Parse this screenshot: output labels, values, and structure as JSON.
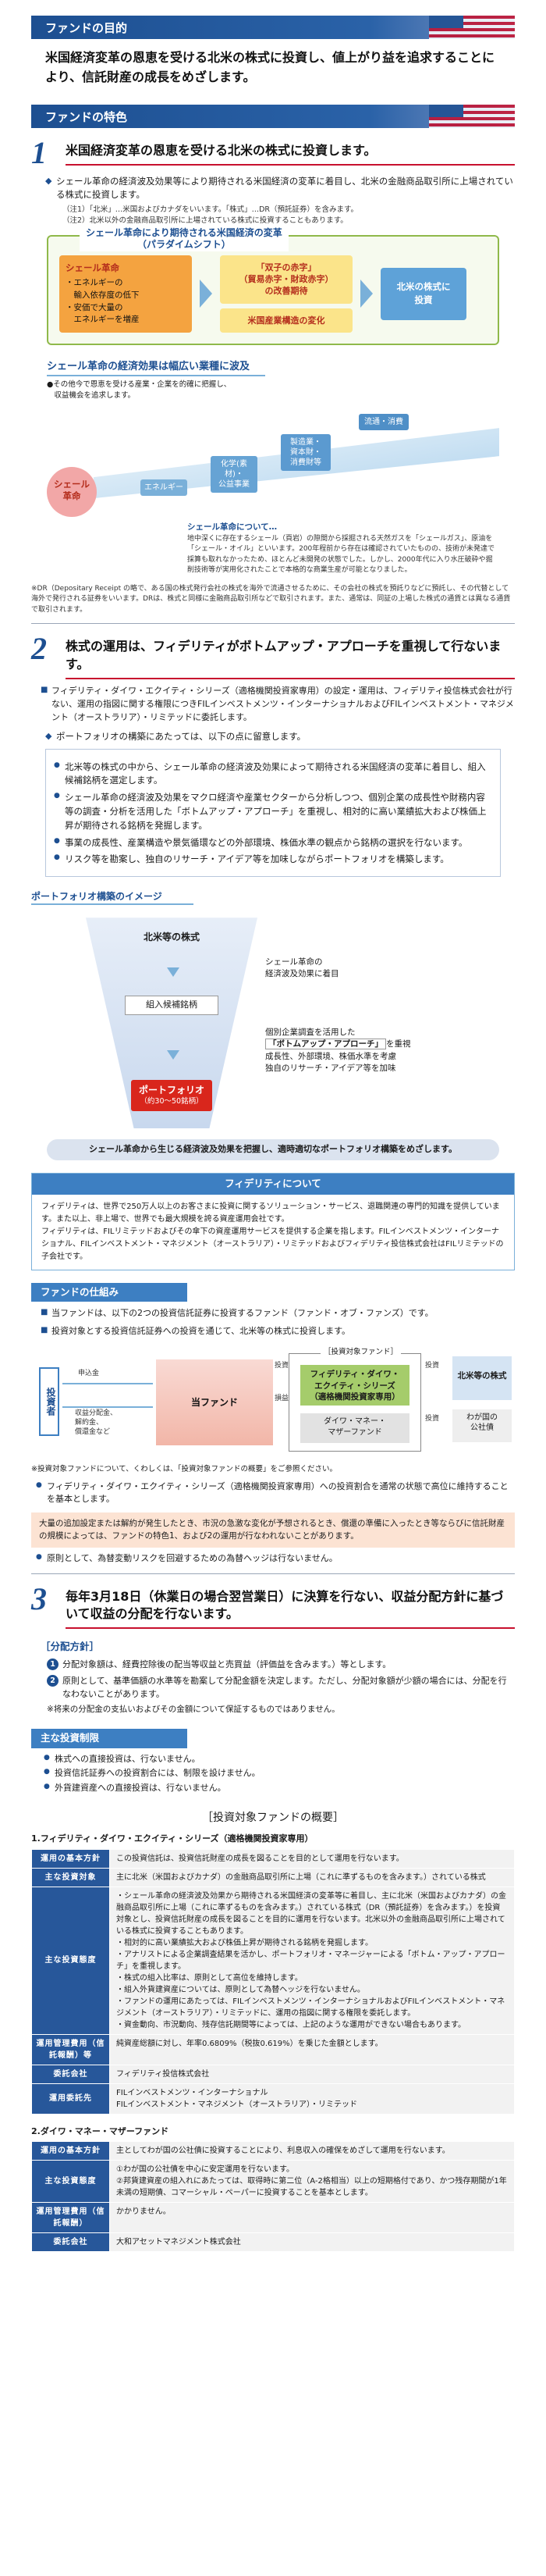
{
  "purpose": {
    "header": "ファンドの目的",
    "text": "米国経済変革の恩恵を受ける北米の株式に投資し、値上がり益を追求することにより、信託財産の成長をめざします。"
  },
  "features": {
    "header": "ファンドの特色",
    "f1": {
      "num": "1",
      "title": "米国経済変革の恩恵を受ける北米の株式に投資します。",
      "desc": "シェール革命の経済波及効果等により期待される米国経済の変革に着目し、北米の金融商品取引所に上場されている株式に投資します。",
      "note1": "（注1）「北米」…米国およびカナダをいいます。「株式」…DR（預託証券）を含みます。",
      "note2": "（注2）北米以外の金融商品取引所に上場されている株式に投資することもあります。",
      "diagram_label": "シェール革命により期待される米国経済の変革\n（パラダイムシフト）",
      "shale_title": "シェール革命",
      "shale_points": "・エネルギーの\n　輸入依存度の低下\n・安価で大量の\n　エネルギーを増産",
      "change1": "「双子の赤字」\n（貿易赤字・財政赤字）\nの改善期待",
      "change2": "米国産業構造の変化",
      "target": "北米の株式に\n投資",
      "wave_title": "シェール革命の経済効果は幅広い業種に波及",
      "wave_note": "●その他今で恩恵を受ける産業・企業を的確に把握し、\n　収益機会を追求します。",
      "shale_circle": "シェール\n革命",
      "steps": [
        "エネルギー",
        "化学(素材)・\n公益事業",
        "製造業・\n資本財・\n消費財等",
        "流通・消費"
      ],
      "shale_about_title": "シェール革命について…",
      "shale_about": "地中深くに存在するシェール（頁岩）の隙間から採掘される天然ガスを「シェールガス」、原油を「シェール・オイル」といいます。200年程前から存在は確認されていたものの、技術が未発達で採算も取れなかったため、ほとんど未開発の状態でした。しかし、2000年代に入り水圧破砕や掘削技術等が実用化されたことで本格的な商業生産が可能となりました。"
    },
    "dr_note": "※DR（Depositary Receipt の略で、ある国の株式発行会社の株式を海外で流通させるために、その会社の株式を預託りなどに預託し、その代替として海外で発行される証券をいいます。DRは、株式と同様に金融商品取引所などで取引されます。また、通常は、同証の上場した株式の通貨とは異なる通貨で取引されます。",
    "f2": {
      "num": "2",
      "title": "株式の運用は、フィデリティがボトムアップ・アプローチを重視して行ないます。",
      "desc1": "フィデリティ・ダイワ・エクイティ・シリーズ（適格機関投資家専用）の設定・運用は、フィデリティ投信株式会社が行ない、運用の指図に関する権限につきFILインベストメンツ・インターナショナルおよびFILインベストメント・マネジメント（オーストラリア）・リミテッドに委託します。",
      "desc2": "ポートフォリオの構築にあたっては、以下の点に留意します。",
      "bullets": [
        "北米等の株式の中から、シェール革命の経済波及効果によって期待される米国経済の変革に着目し、組入候補銘柄を選定します。",
        "シェール革命の経済波及効果をマクロ経済や産業セクターから分析しつつ、個別企業の成長性や財務内容等の調査・分析を活用した「ボトムアップ・アプローチ」を重視し、相対的に高い業績拡大および株価上昇が期待される銘柄を発掘します。",
        "事業の成長性、産業構造や景気循環などの外部環境、株価水準の観点から銘柄の選択を行ないます。",
        "リスク等を勘案し、独自のリサーチ・アイデア等を加味しながらポートフォリオを構築します。"
      ]
    },
    "portfolio": {
      "head": "ポートフォリオ構築のイメージ",
      "top": "北米等の株式",
      "mid": "組入候補銘柄",
      "bot": "ポートフォリオ",
      "bot_sub": "（約30〜50銘柄）",
      "side1": "シェール革命の\n経済波及効果に着目",
      "side2_pre": "個別企業調査を活用した",
      "side2_hl": "「ボトムアップ・アプローチ」",
      "side2_post": "を重視\n成長性、外部環境、株価水準を考慮\n独自のリサーチ・アイデア等を加味",
      "banner": "シェール革命から生じる経済波及効果を把握し、適時適切なポートフォリオ構築をめざします。"
    },
    "fidelity": {
      "title": "フィデリティについて",
      "body": "フィデリティは、世界で250万人以上のお客さまに投資に関するソリューション・サービス、退職関連の専門的知識を提供しています。また以上、非上場で、世界でも最大規模を誇る資産運用会社です。\nフィデリティは、FILリミテッドおよびその傘下の資産運用サービスを提供する企業を指します。FILインベストメンツ・インターナショナル、FILインベストメント・マネジメント（オーストラリア）・リミテッドおよびフィデリティ投信株式会社はFILリミテッドの子会社です。"
    }
  },
  "mechanism": {
    "header": "ファンドの仕組み",
    "p1": "当ファンドは、以下の2つの投資信託証券に投資するファンド（ファンド・オブ・ファンズ）です。",
    "p2": "投資対象とする投資信託証券への投資を通じて、北米等の株式に投資します。",
    "investor": "投資者",
    "app": "申込金",
    "ret": "収益分配金、\n解約金、\n償還金など",
    "this_fund": "当ファンド",
    "inv": "投資",
    "dist": "損益",
    "frame_label": "［投資対象ファンド］",
    "mf_green": "フィデリティ・ダイワ・\nエクイティ・シリーズ\n（適格機関投資家専用）",
    "mf_grey": "ダイワ・マネー・\nマザーファンド",
    "na": "北米等の株式",
    "jp": "わが国の\n公社債",
    "note": "※投資対象ファンドについて、くわしくは、「投資対象ファンドの概要」をご参照ください。",
    "p3": "フィデリティ・ダイワ・エクイティ・シリーズ（適格機関投資家専用）への投資割合を通常の状態で高位に維持することを基本とします。",
    "warn": "大量の追加設定または解約が発生したとき、市況の急激な変化が予想されるとき、償還の準備に入ったとき等ならびに信託財産の規模によっては、ファンドの特色1、および2の運用が行なわれないことがあります。",
    "p4": "原則として、為替変動リスクを回避するための為替ヘッジは行ないません。"
  },
  "f3": {
    "num": "3",
    "title": "毎年3月18日（休業日の場合翌営業日）に決算を行ない、収益分配方針に基づいて収益の分配を行ないます。",
    "policy_head": "［分配方針］",
    "p1": "分配対象額は、経費控除後の配当等収益と売買益（評価益を含みます。）等とします。",
    "p2": "原則として、基準価額の水準等を勘案して分配金額を決定します。ただし、分配対象額が少額の場合には、分配を行なわないことがあります。",
    "kome": "※将来の分配金の支払いおよびその金額について保証するものではありません。"
  },
  "restrictions": {
    "header": "主な投資制限",
    "items": [
      "株式への直接投資は、行ないません。",
      "投資信託証券への投資割合には、制限を設けません。",
      "外貨建資産への直接投資は、行ないません。"
    ]
  },
  "overview": {
    "title": "［投資対象ファンドの概要］",
    "fund1": {
      "name": "1.フィデリティ・ダイワ・エクイティ・シリーズ（適格機関投資家専用）",
      "rows": [
        {
          "h": "運用の基本方針",
          "d": "この投資信託は、投資信託財産の成長を図ることを目的として運用を行ないます。"
        },
        {
          "h": "主な投資対象",
          "d": "主に北米（米国およびカナダ）の金融商品取引所に上場（これに準ずるものを含みます。）されている株式"
        },
        {
          "h": "主な投資態度",
          "d": "・シェール革命の経済波及効果から期待される米国経済の変革等に着目し、主に北米（米国およびカナダ）の金融商品取引所に上場（これに準ずるものを含みます。）されている株式（DR（預託証券）を含みます。）を投資対象とし、投資信託財産の成長を図ることを目的に運用を行ないます。北米以外の金融商品取引所に上場されている株式に投資することもあります。\n・相対的に高い業績拡大および株価上昇が期待される銘柄を発掘します。\n・アナリストによる企業調査結果を活かし、ポートフォリオ・マネージャーによる「ボトム・アップ・アプローチ」を重視します。\n・株式の組入比率は、原則として高位を維持します。\n・組入外貨建資産については、原則として為替ヘッジを行ないません。\n・ファンドの運用にあたっては、FILインベストメンツ・インターナショナルおよびFILインベストメント・マネジメント（オーストラリア）・リミテッドに、運用の指図に関する権限を委託します。\n・資金動向、市況動向、残存信託期間等によっては、上記のような運用ができない場合もあります。"
        },
        {
          "h": "運用管理費用（信託報酬）等",
          "d": "純資産総額に対し、年率0.6809%（税抜0.619%）を乗じた金額とします。"
        },
        {
          "h": "委託会社",
          "d": "フィデリティ投信株式会社"
        },
        {
          "h": "運用委託先",
          "d": "FILインベストメンツ・インターナショナル\nFILインベストメント・マネジメント（オーストラリア）・リミテッド"
        }
      ]
    },
    "fund2": {
      "name": "2.ダイワ・マネー・マザーファンド",
      "rows": [
        {
          "h": "運用の基本方針",
          "d": "主としてわが国の公社債に投資することにより、利息収入の確保をめざして運用を行ないます。"
        },
        {
          "h": "主な投資態度",
          "d": "①わが国の公社債を中心に安定運用を行ないます。\n②邦貨建資産の組入れにあたっては、取得時に第二位（A-2格相当）以上の短期格付であり、かつ残存期間が1年未満の短期債、コマーシャル・ペーパーに投資することを基本とします。"
        },
        {
          "h": "運用管理費用（信託報酬）",
          "d": "かかりません。"
        },
        {
          "h": "委託会社",
          "d": "大和アセットマネジメント株式会社"
        }
      ]
    }
  }
}
